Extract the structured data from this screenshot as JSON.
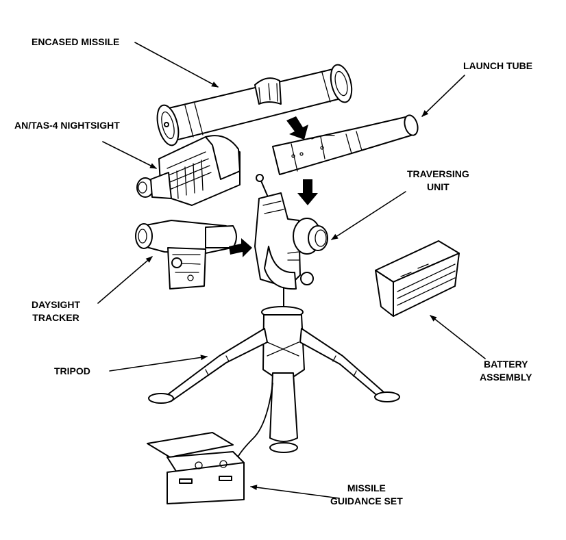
{
  "labels": {
    "encased_missile": "ENCASED MISSILE",
    "launch_tube": "LAUNCH TUBE",
    "nightsight": "AN/TAS-4 NIGHTSIGHT",
    "traversing_unit": [
      "TRAVERSING",
      "UNIT"
    ],
    "daysight_tracker": [
      "DAYSIGHT",
      "TRACKER"
    ],
    "battery_assembly": [
      "BATTERY",
      "ASSEMBLY"
    ],
    "tripod": "TRIPOD",
    "missile_guidance_set": [
      "MISSILE",
      "GUIDANCE SET"
    ]
  },
  "colors": {
    "ink": "#000000",
    "background": "#ffffff"
  }
}
